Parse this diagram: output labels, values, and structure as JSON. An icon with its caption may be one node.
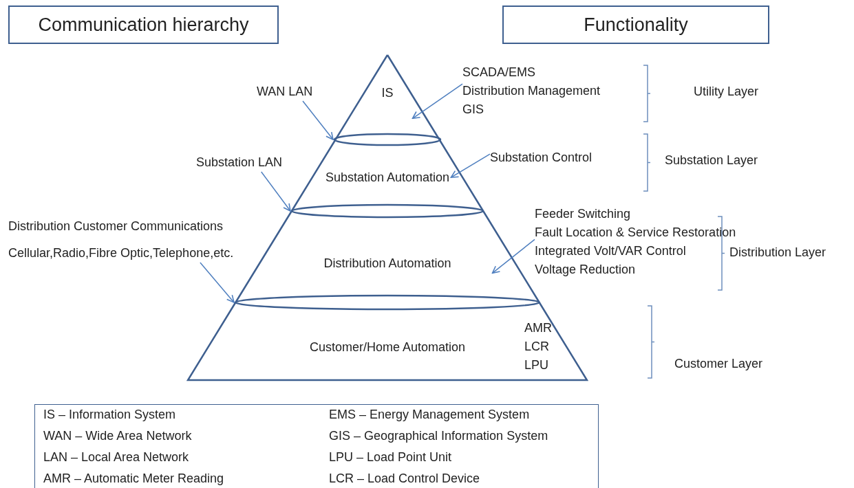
{
  "diagram": {
    "nodes": [
      {
        "text": [
          "Communication hierarchy"
        ]
      },
      {
        "text": [
          "Functionality"
        ]
      },
      {
        "text": [
          "IS"
        ]
      },
      {
        "text": [
          "Substation Automation"
        ]
      },
      {
        "text": [
          "Distribution Automation"
        ]
      },
      {
        "text": [
          "Customer/Home Automation"
        ]
      },
      {
        "text": [
          "WAN LAN"
        ]
      },
      {
        "text": [
          "Substation LAN"
        ]
      },
      {
        "text": [
          "Distribution Customer Communications",
          "Cellular,Radio,Fibre Optic,Telephone,etc."
        ]
      },
      {
        "text": [
          "SCADA/EMS",
          "Distribution Management",
          "GIS"
        ]
      },
      {
        "text": [
          "Substation Control"
        ]
      },
      {
        "text": [
          "Feeder Switching",
          "Fault Location & Service Restoration",
          "Integrated Volt/VAR Control",
          "Voltage Reduction"
        ]
      },
      {
        "text": [
          "IS – Information System",
          "EMS – Energy Management System",
          "WAN – Wide Area Network",
          "GIS – Geographical Information System",
          "LAN – Local Area Network",
          "LPU – Load Point Unit",
          "AMR – Automatic Meter Reading",
          "LCR – Load Control Device"
        ]
      },
      {
        "text": [],
        "shape": "ellipse"
      },
      {
        "text": [],
        "shape": "ellipse"
      },
      {
        "text": [],
        "shape": "ellipse"
      }
    ],
    "edges": [
      {
        "from": 6,
        "to": 13,
        "arrow": "to"
      },
      {
        "from": 7,
        "to": 14,
        "arrow": "to"
      },
      {
        "from": 8,
        "to": 15,
        "arrow": "to"
      },
      {
        "from": 9,
        "to": 2,
        "arrow": "to"
      },
      {
        "from": 10,
        "to": 3,
        "arrow": "to"
      },
      {
        "from": 11,
        "to": 4,
        "arrow": "to"
      }
    ],
    "labels": [
      "Utility Layer",
      "Substation Layer",
      "Distribution Layer",
      "AMR",
      "LCR",
      "LPU",
      "Customer Layer"
    ]
  }
}
